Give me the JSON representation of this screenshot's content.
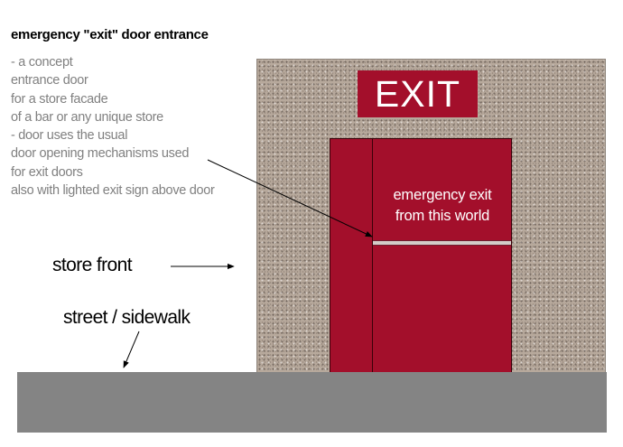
{
  "title": "emergency \"exit\" door entrance",
  "notes": [
    "- a concept",
    "entrance door",
    "for a store facade",
    "of a bar or any unique store",
    "- door uses the usual",
    "door opening mechanisms used",
    "for exit doors",
    "also with lighted exit sign above door"
  ],
  "labels": {
    "store_front": "store front",
    "street": "street / sidewalk"
  },
  "sign": {
    "text": "EXIT"
  },
  "door": {
    "text_line1": "emergency exit",
    "text_line2": "from this world"
  },
  "colors": {
    "door_red": "#a30f2b",
    "wall_stucco": "#b7a99c",
    "street_gray": "#848484",
    "note_gray": "#808080"
  }
}
